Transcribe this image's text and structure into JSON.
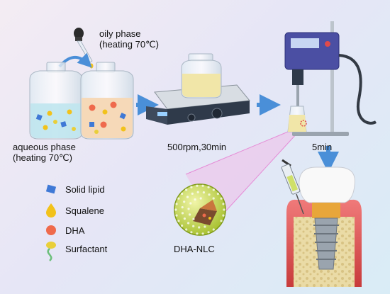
{
  "steps": {
    "oily_phase": {
      "line1": "oily phase",
      "line2": "(heating 70℃)"
    },
    "aqueous_phase": {
      "line1": "aqueous phase",
      "line2": "(heating 70℃)"
    },
    "stirring": "500rpm,30min",
    "homogenize": "5min"
  },
  "product_label": "DHA-NLC",
  "legend": [
    {
      "label": "Solid lipid",
      "icon": "cube-icon",
      "color": "#3f79d6"
    },
    {
      "label": "Squalene",
      "icon": "droplet-icon",
      "color": "#f2c21b"
    },
    {
      "label": "DHA",
      "icon": "sphere-icon",
      "color": "#ef6a4c"
    },
    {
      "label": "Surfactant",
      "icon": "surfactant-icon",
      "color": "#e9cf3a"
    }
  ],
  "colors": {
    "arrow": "#4a8fd8",
    "aqueous": "#bfe6ee",
    "oil_mix": "#f6d9b8",
    "nanoparticle": "#cfe06a",
    "gum": "#e04a4a"
  }
}
